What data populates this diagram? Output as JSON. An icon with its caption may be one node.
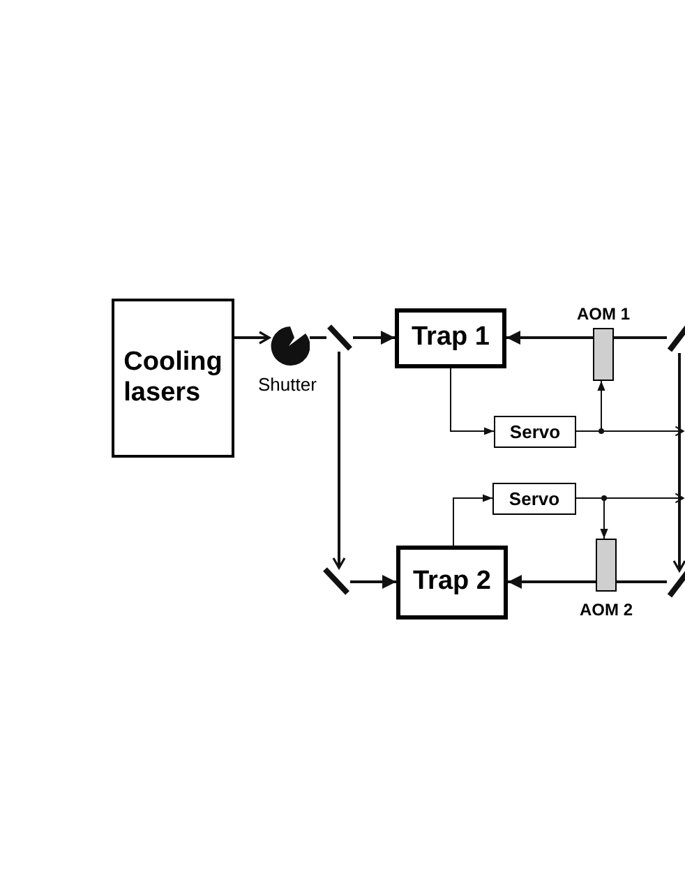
{
  "diagram": {
    "nodes": [
      {
        "text": [
          "Cooling lasers"
        ]
      },
      {
        "text": [],
        "shape": "picture",
        "beside": [
          "Shutter"
        ]
      },
      {
        "text": [],
        "shape": "bar"
      },
      {
        "text": [
          "Trap 1"
        ]
      },
      {
        "text": [
          "AOM 1"
        ]
      },
      {
        "text": [],
        "shape": "bar"
      },
      {
        "text": [
          "Servo"
        ]
      },
      {
        "text": [
          "Servo"
        ]
      },
      {
        "text": [],
        "shape": "bar"
      },
      {
        "text": [
          "Trap 2"
        ]
      },
      {
        "text": [
          "AOM 2"
        ]
      },
      {
        "text": [],
        "shape": "bar"
      }
    ],
    "edges": [
      {
        "from": 0,
        "to": 1,
        "arrow": "to"
      },
      {
        "from": 1,
        "to": 2,
        "arrow": "none"
      },
      {
        "from": 2,
        "to": 3,
        "arrow": "to"
      },
      {
        "from": 2,
        "to": 8,
        "arrow": "to"
      },
      {
        "from": 8,
        "to": 9,
        "arrow": "to"
      },
      {
        "from": 5,
        "to": 4,
        "arrow": "none"
      },
      {
        "from": 4,
        "to": 3,
        "arrow": "to"
      },
      {
        "from": 5,
        "to": 11,
        "arrow": "to"
      },
      {
        "from": 11,
        "to": 10,
        "arrow": "none"
      },
      {
        "from": 10,
        "to": 9,
        "arrow": "to"
      },
      {
        "from": 3,
        "to": 6,
        "arrow": "to"
      },
      {
        "from": 6,
        "to": 4,
        "arrow": "to"
      },
      {
        "from": 6,
        "to": null,
        "arrow": "to"
      },
      {
        "from": 9,
        "to": 7,
        "arrow": "to"
      },
      {
        "from": 7,
        "to": 10,
        "arrow": "to"
      },
      {
        "from": 7,
        "to": null,
        "arrow": "to"
      }
    ]
  }
}
